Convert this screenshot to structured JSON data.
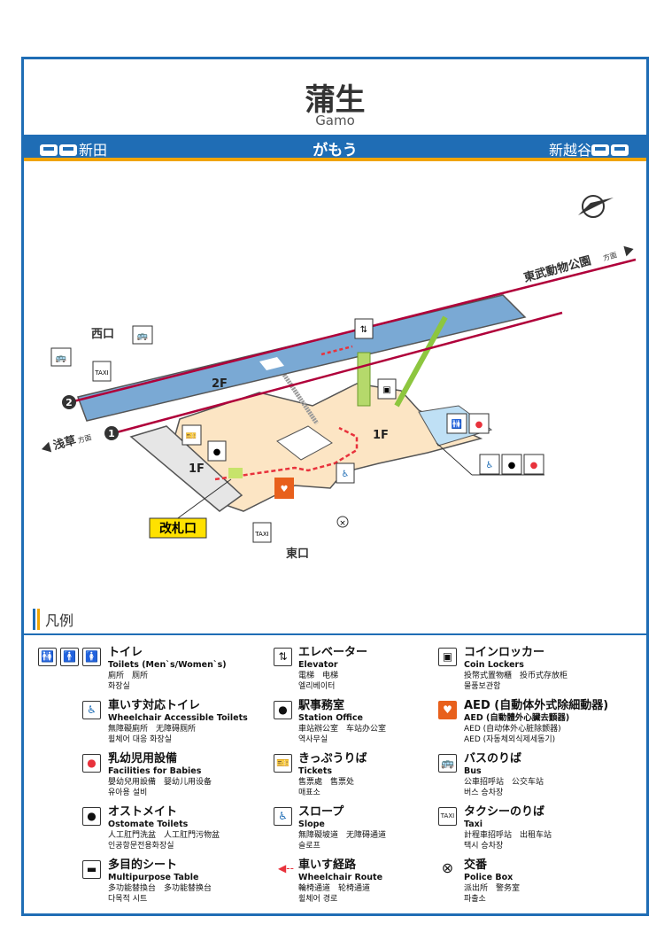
{
  "station": {
    "name": "蒲生",
    "romaji": "Gamo",
    "kana": "がもう",
    "prev": "新田",
    "next": "新越谷"
  },
  "map": {
    "directions": {
      "up": "東武動物公園",
      "down": "浅草",
      "suffix": "方面"
    },
    "tracks": [
      "1",
      "2"
    ],
    "floors": {
      "platform": "2F",
      "concourse": "1F",
      "west_floor": "1F"
    },
    "exits": {
      "west": "西口",
      "east": "東口"
    },
    "gate": "改札口",
    "colors": {
      "platform": "#7aa9d4",
      "concourse": "#fce5c4",
      "track": "#b0003a",
      "gate": "#ffe100",
      "route": "#e8323c",
      "brand": "#1f6db5"
    }
  },
  "legend": {
    "title": "凡例",
    "items": [
      {
        "icon": "toilet-icon",
        "jp": "トイレ",
        "en": "Toilets (Men`s/Women`s)",
        "zh": "廁所　厕所",
        "ko": "화장실"
      },
      {
        "icon": "wheelchair-toilet-icon",
        "jp": "車いす対応トイレ",
        "en": "Wheelchair Accessible Toilets",
        "zh": "無障礙廁所　无障碍厕所",
        "ko": "휠체어 대응 화장실"
      },
      {
        "icon": "baby-icon",
        "jp": "乳幼児用設備",
        "en": "Facilities for Babies",
        "zh": "嬰幼兒用設備　婴幼儿用设备",
        "ko": "유아용 설비"
      },
      {
        "icon": "ostomate-icon",
        "jp": "オストメイト",
        "en": "Ostomate Toilets",
        "zh": "人工肛門洗盆　人工肛門污物盆",
        "ko": "인공항문전용화장실"
      },
      {
        "icon": "multipurpose-table-icon",
        "jp": "多目的シート",
        "en": "Multipurpose Table",
        "zh": "多功能替換台　多功能替换台",
        "ko": "다목적 시트"
      },
      {
        "icon": "elevator-icon",
        "jp": "エレベーター",
        "en": "Elevator",
        "zh": "電梯　电梯",
        "ko": "엘리베이터"
      },
      {
        "icon": "station-office-icon",
        "jp": "駅事務室",
        "en": "Station Office",
        "zh": "車站辦公室　车站办公室",
        "ko": "역사무실"
      },
      {
        "icon": "ticket-icon",
        "jp": "きっぷうりば",
        "en": "Tickets",
        "zh": "售票處　售票处",
        "ko": "매표소"
      },
      {
        "icon": "slope-icon",
        "jp": "スロープ",
        "en": "Slope",
        "zh": "無障礙坡道　无障碍通道",
        "ko": "슬로프"
      },
      {
        "icon": "wheelchair-route-icon",
        "jp": "車いす経路",
        "en": "Wheelchair Route",
        "zh": "輪椅通道　轮椅通道",
        "ko": "휠체어 경로"
      },
      {
        "icon": "coin-locker-icon",
        "jp": "コインロッカー",
        "en": "Coin Lockers",
        "zh": "投幣式置物櫃　投币式存放柜",
        "ko": "물품보관함"
      },
      {
        "icon": "aed-icon",
        "jp": "AED (自動体外式除細動器)",
        "en": "AED (自動體外心臟去顫器)",
        "zh": "AED (自动体外心脏除颤器)",
        "ko": "AED (자동체외식제세동기)"
      },
      {
        "icon": "bus-icon",
        "jp": "バスのりば",
        "en": "Bus",
        "zh": "公車招呼站　公交车站",
        "ko": "버스 승차장"
      },
      {
        "icon": "taxi-icon",
        "jp": "タクシーのりば",
        "en": "Taxi",
        "zh": "計程車招呼站　出租车站",
        "ko": "택시 승차장"
      },
      {
        "icon": "police-box-icon",
        "jp": "交番",
        "en": "Police Box",
        "zh": "派出所　警务室",
        "ko": "파출소"
      }
    ]
  }
}
